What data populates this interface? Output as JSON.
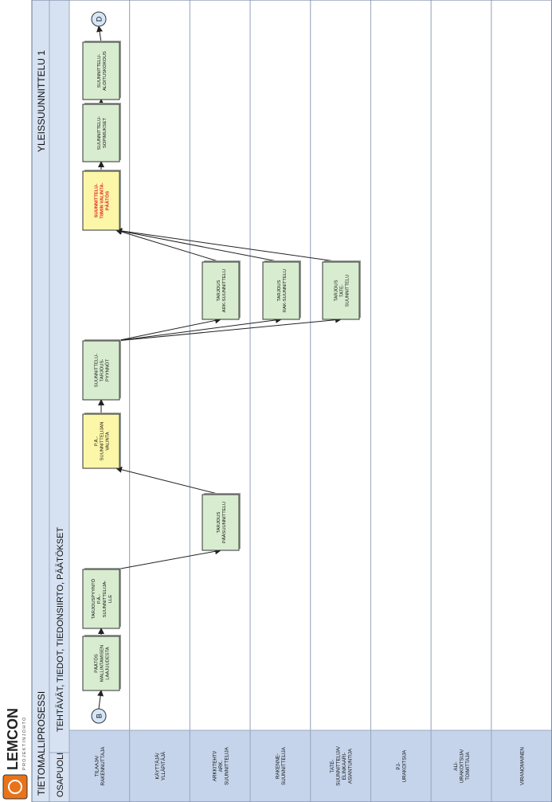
{
  "logo": {
    "name": "LEMCON",
    "tagline": "PROJEKTINJOHTO"
  },
  "header": {
    "process_title": "TIETOMALLIPROSESSI",
    "phase_title": "YLEISSUUNNITTELU 1",
    "column_label": "OSAPUOLI",
    "tasks_label": "TEHTÄVÄT, TIEDOT, TIEDONSIIRTO, PÄÄTÖKSET"
  },
  "lanes": [
    {
      "label": [
        "TILAAJA/",
        "RAKENNUTTAJA"
      ]
    },
    {
      "label": [
        "KÄYTTÄJÄ/",
        "YLLÄPITÄJÄ"
      ]
    },
    {
      "label": [
        "ARKKITEHTI/",
        "ARK.",
        "SUUNNITTELIJA"
      ]
    },
    {
      "label": [
        "RAKENNE-",
        "SUUNNITTELIJA"
      ]
    },
    {
      "label": [
        "TATE-",
        "SUUNNITTELIJA/",
        "ELINKAARI-",
        "ASIANTUNTIJA"
      ]
    },
    {
      "label": [
        "PJ-",
        "URAKOITSIJA"
      ]
    },
    {
      "label": [
        "ALI-",
        "URAKOITSIJA/",
        "TOIMITTAJA"
      ]
    },
    {
      "label": [
        "VIRANOMAINEN"
      ]
    }
  ],
  "nodes": [
    {
      "id": "start",
      "kind": "terminal",
      "text": "B"
    },
    {
      "id": "paatos",
      "kind": "task",
      "lines": [
        "PÄÄTÖS",
        "MALLINTAMISEN",
        "LAAJUUDESTA"
      ]
    },
    {
      "id": "tarjouspyynto",
      "kind": "task",
      "lines": [
        "TARJOUSPYYNTÖ",
        "P.Ä.-",
        "SUUNNITTELIJA-",
        "LLE"
      ]
    },
    {
      "id": "tarjous_pa",
      "kind": "task",
      "lines": [
        "TARJOUS",
        "PÄÄSUUNNITTELU"
      ]
    },
    {
      "id": "pa_valinta",
      "kind": "decision",
      "lines": [
        "P.Ä.-",
        "SUUNNITTELIJAN",
        "VALINTA"
      ]
    },
    {
      "id": "tarjouspyynnot",
      "kind": "task",
      "lines": [
        "SUUNNITTELU-",
        "TARJOUS-",
        "PYYNNÖT"
      ]
    },
    {
      "id": "tarjous_ark",
      "kind": "task",
      "lines": [
        "TARJOUS",
        "ARK-SUUNNITTELU"
      ]
    },
    {
      "id": "tarjous_rak",
      "kind": "task",
      "lines": [
        "TARJOUS",
        "RAK-SUUNNITTELU"
      ]
    },
    {
      "id": "tarjous_tate",
      "kind": "task",
      "lines": [
        "TARJOUS",
        "TATE-",
        "SUUNNITTELU"
      ]
    },
    {
      "id": "tiimi_valinta",
      "kind": "decision-red",
      "lines": [
        "SUUNNITTELU-",
        "TIIMIN VALINTA-",
        "PÄÄTÖS"
      ]
    },
    {
      "id": "sopimukset",
      "kind": "task",
      "lines": [
        "SUUNNITTELU-",
        "SOPIMUKSET"
      ]
    },
    {
      "id": "aloitus",
      "kind": "task",
      "lines": [
        "SUUNNITTELU-",
        "ALOITUSKOKOUS"
      ]
    },
    {
      "id": "end",
      "kind": "terminal",
      "text": "D"
    }
  ],
  "colors": {
    "lane_label_fill": "#c5d4ea",
    "header_fill": "#d6e2f2",
    "grid": "#9aa8c0",
    "task_fill": "#d8ecd0",
    "decision_fill": "#fbf6a8",
    "red_text": "#e02020",
    "terminal_fill": "#d5e6f8",
    "logo_orange": "#e8731a"
  }
}
